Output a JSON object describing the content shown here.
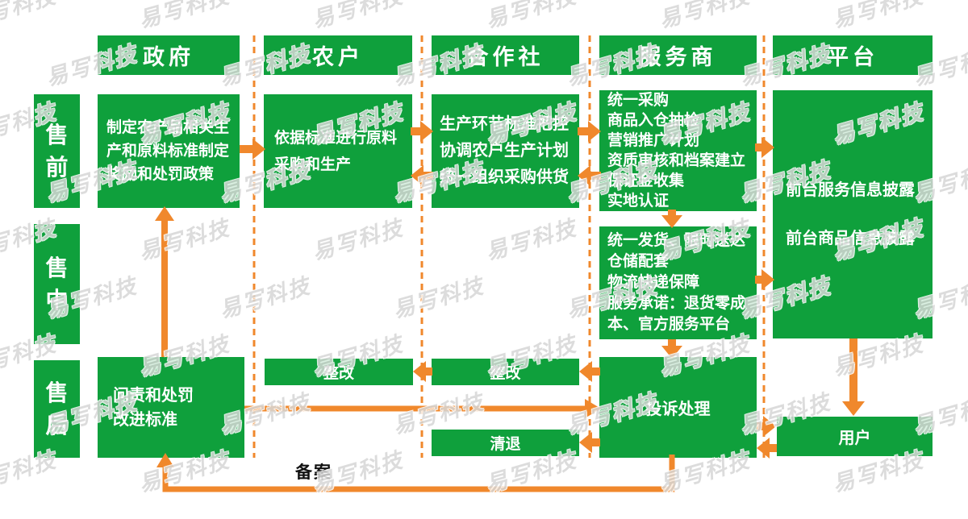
{
  "watermark": {
    "text": "易写科技"
  },
  "colors": {
    "green": "#0FA03C",
    "orange": "#F0882C"
  },
  "headers": {
    "gov": "政府",
    "farmer": "农户",
    "coop": "合作社",
    "provider": "服务商",
    "platform": "平台"
  },
  "stages": {
    "pre": "售前",
    "mid": "售中",
    "post": "售后"
  },
  "boxes": {
    "gov_pre": "制定农产品相关生产和原料标准制定\n奖励和处罚政策",
    "farmer_pre": "依据标准进行原料采购和生产",
    "coop_pre": "生产环节标准把控\n协调农户生产计划\n统一组织采购供货",
    "provider_pre": "统一采购\n商品入仓抽检\n营销推广计划\n资质审核和档案建立\n保证金收集\n实地认证",
    "platform_pre": "前台服务信息披露\n\n前台商品信息披露",
    "provider_mid": "统一发货、限时送达\n仓储配套\n物流快递保障\n服务承诺：退货零成本、官方服务平台",
    "gov_post": "问责和处罚\n改进标准",
    "rectify1": "整改",
    "rectify2": "整改",
    "withdraw": "清退",
    "complaint": "投诉处理",
    "user": "用户"
  },
  "labels": {
    "filing": "备案"
  }
}
